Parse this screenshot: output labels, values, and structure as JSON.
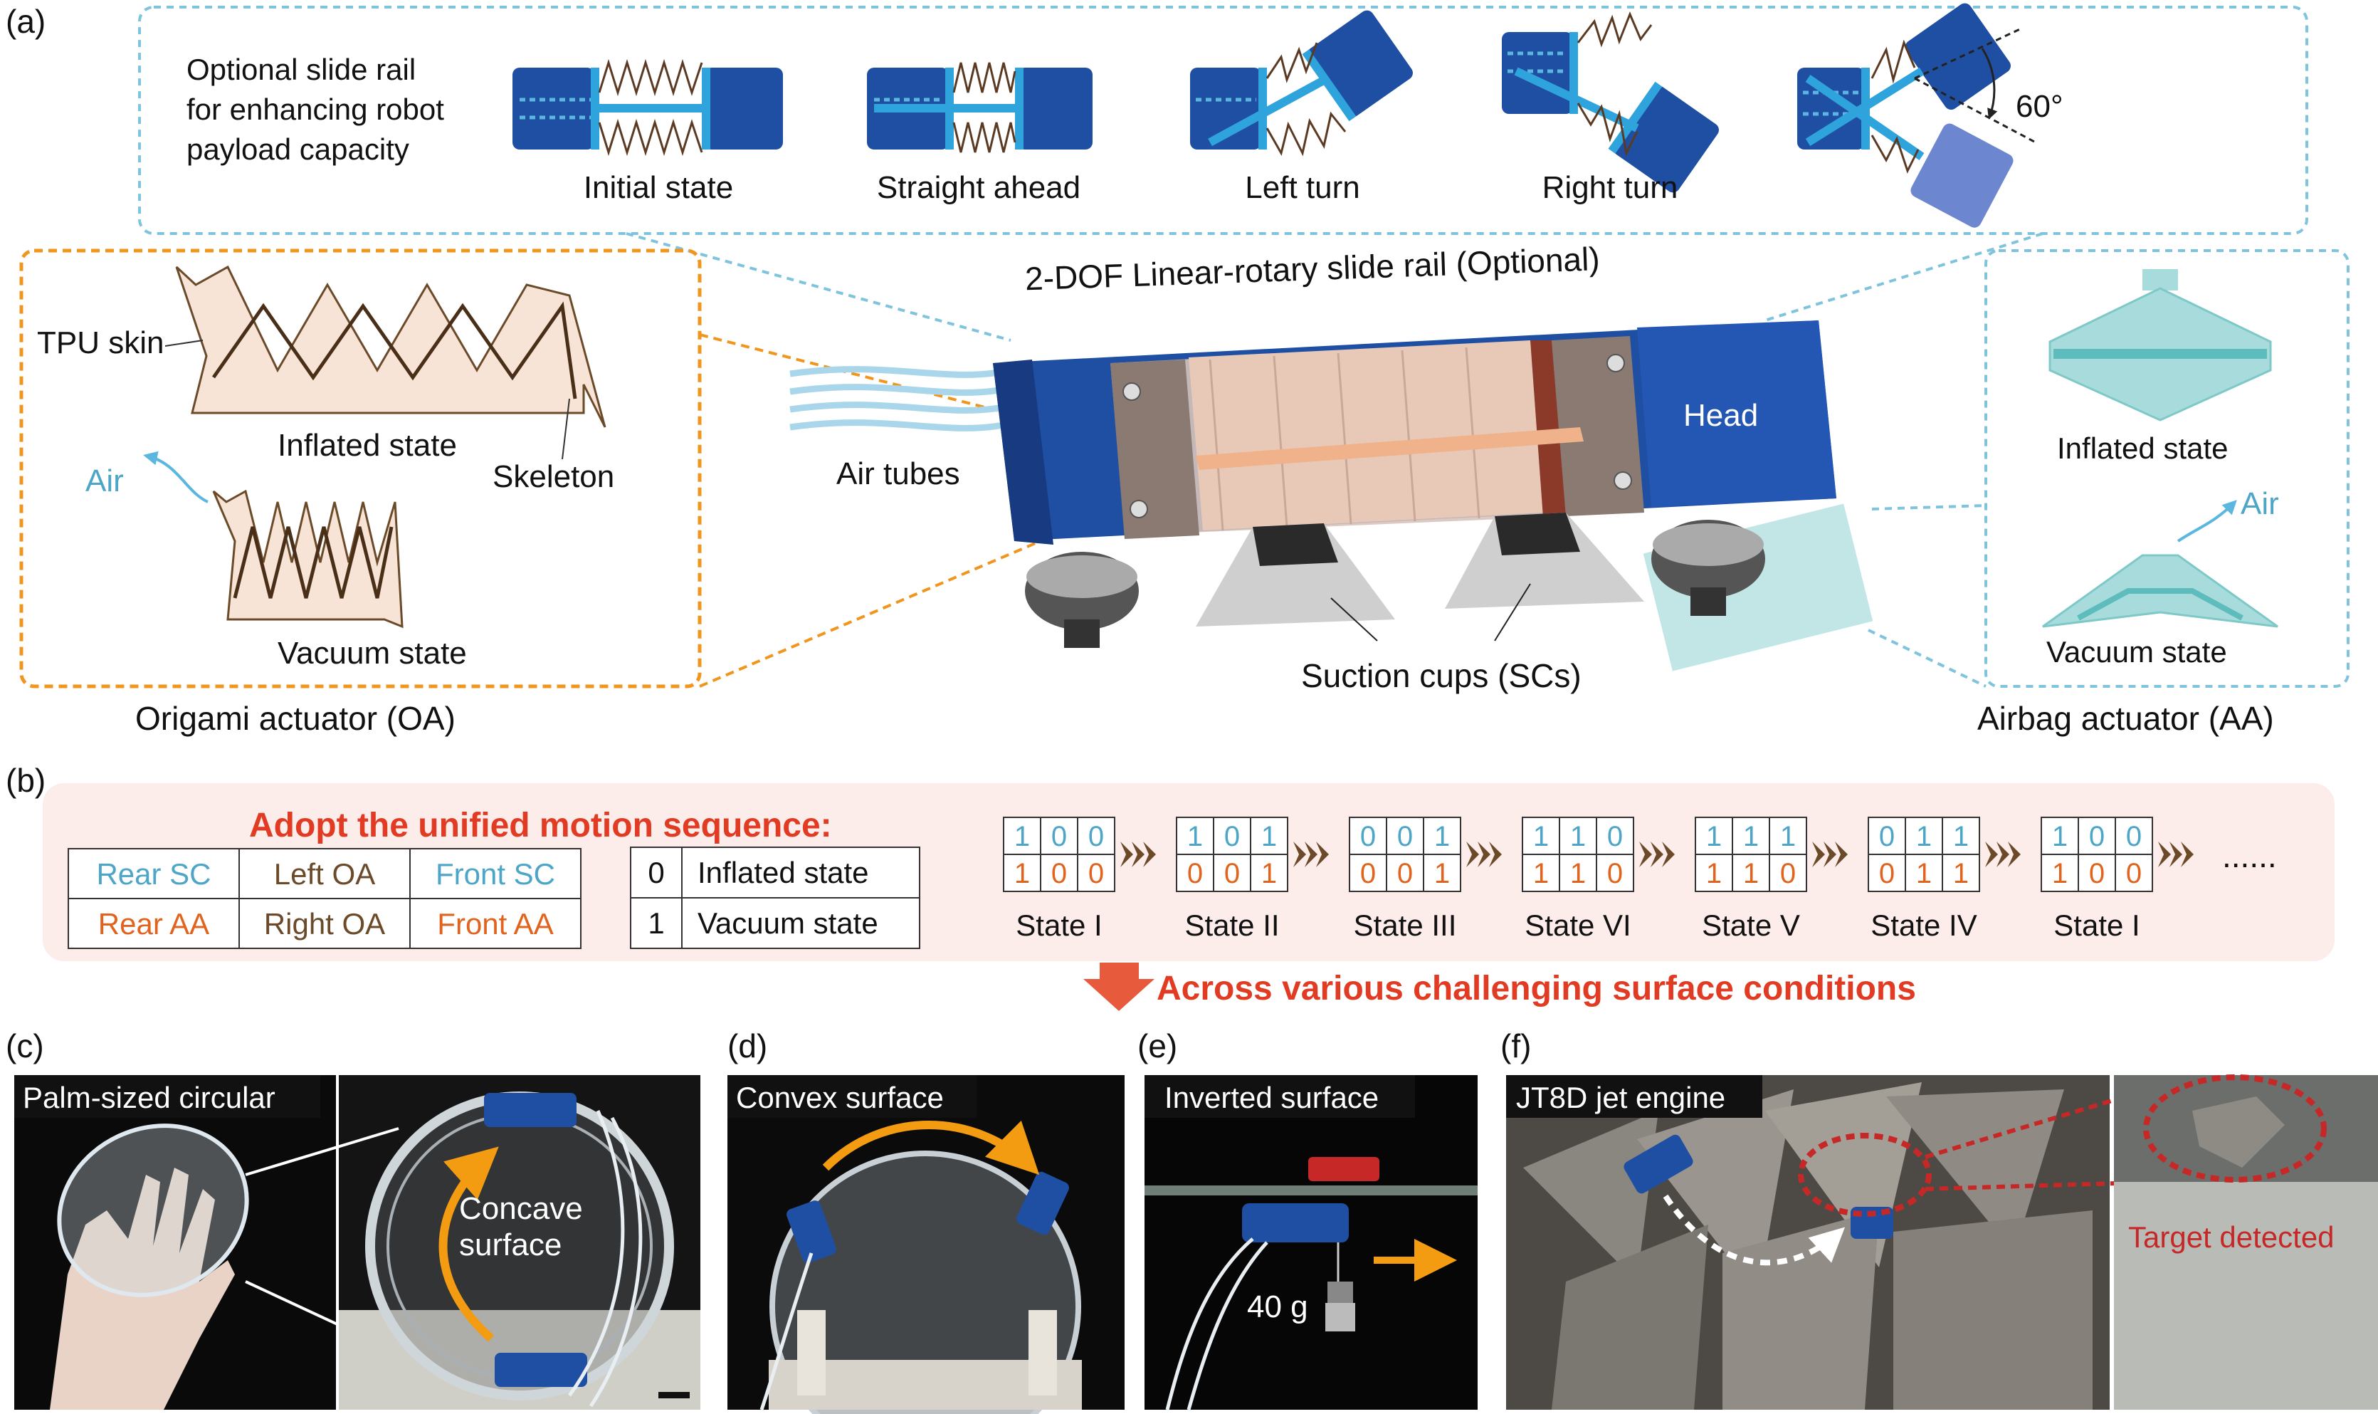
{
  "panel_a": {
    "tag": "(a)",
    "rail_note_line1": "Optional slide rail",
    "rail_note_line2": "for enhancing robot",
    "rail_note_line3": "payload capacity",
    "rail_states": [
      "Initial state",
      "Straight ahead",
      "Left turn",
      "Right turn"
    ],
    "angle_label": "60°",
    "rail_title": "2-DOF Linear-rotary slide rail (Optional)",
    "oa": {
      "tpu_skin": "TPU skin",
      "inflated": "Inflated state",
      "skeleton": "Skeleton",
      "air": "Air",
      "vacuum": "Vacuum state",
      "caption": "Origami actuator (OA)"
    },
    "robot": {
      "air_tubes": "Air tubes",
      "head": "Head",
      "suction_cups": "Suction cups (SCs)"
    },
    "aa": {
      "inflated": "Inflated state",
      "air": "Air",
      "vacuum": "Vacuum state",
      "caption": "Airbag actuator (AA)"
    }
  },
  "panel_b": {
    "tag": "(b)",
    "title": "Adopt the unified motion sequence:",
    "legend_row1": [
      "Rear SC",
      "Left OA",
      "Front SC"
    ],
    "legend_row2": [
      "Rear AA",
      "Right OA",
      "Front AA"
    ],
    "key": [
      {
        "code": "0",
        "text": "Inflated state"
      },
      {
        "code": "1",
        "text": "Vacuum state"
      }
    ],
    "states": [
      {
        "name": "State I",
        "top": [
          "1",
          "0",
          "0"
        ],
        "bottom": [
          "1",
          "0",
          "0"
        ]
      },
      {
        "name": "State II",
        "top": [
          "1",
          "0",
          "1"
        ],
        "bottom": [
          "0",
          "0",
          "1"
        ]
      },
      {
        "name": "State III",
        "top": [
          "0",
          "0",
          "1"
        ],
        "bottom": [
          "0",
          "0",
          "1"
        ]
      },
      {
        "name": "State VI",
        "top": [
          "1",
          "1",
          "0"
        ],
        "bottom": [
          "1",
          "1",
          "0"
        ]
      },
      {
        "name": "State V",
        "top": [
          "1",
          "1",
          "1"
        ],
        "bottom": [
          "1",
          "1",
          "0"
        ]
      },
      {
        "name": "State IV",
        "top": [
          "0",
          "1",
          "1"
        ],
        "bottom": [
          "0",
          "1",
          "1"
        ]
      },
      {
        "name": "State I",
        "top": [
          "1",
          "0",
          "0"
        ],
        "bottom": [
          "1",
          "0",
          "0"
        ]
      }
    ],
    "ellipsis": "......",
    "conclusion": "Across various challenging surface conditions"
  },
  "panel_c": {
    "tag": "(c)",
    "label": "Palm-sized circular",
    "concave_line1": "Concave",
    "concave_line2": "surface"
  },
  "panel_d": {
    "tag": "(d)",
    "label": "Convex surface"
  },
  "panel_e": {
    "tag": "(e)",
    "label": "Inverted surface",
    "weight": "40 g"
  },
  "panel_f": {
    "tag": "(f)",
    "label": "JT8D jet engine",
    "target": "Target detected"
  },
  "colors": {
    "rail_blue": "#1f4fa3",
    "light_blue": "#2fa3dc",
    "dash_cyan": "#7fc3dc",
    "dash_orange": "#f0961e",
    "oa_fill": "#f8e4d6",
    "aa_fill": "#a8dcdc",
    "panel_b_bg": "#fcecea",
    "arrow_brown": "#6b4a2a",
    "red_text": "#e23b24",
    "scene_orange": "#f39c12",
    "target_red": "#c62828"
  }
}
